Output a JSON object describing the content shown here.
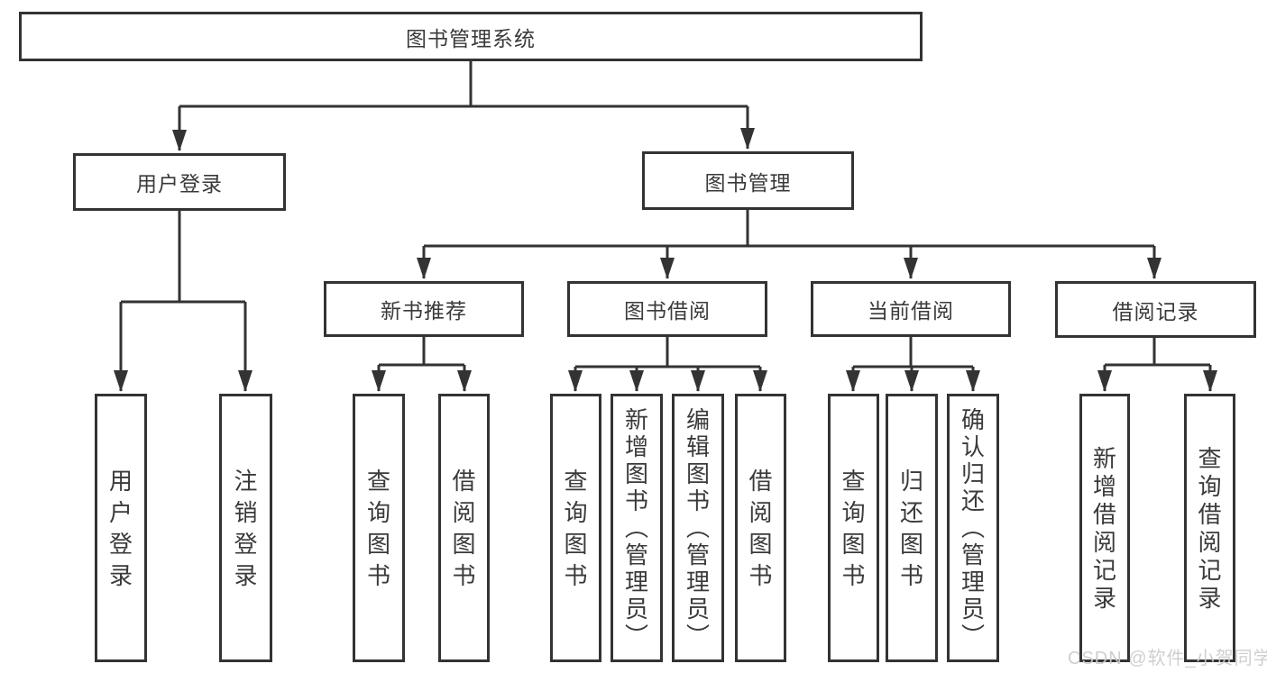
{
  "colors": {
    "line": "#333333",
    "text": "#3a3a3a",
    "background": "#ffffff",
    "watermark": "#cdcdcd"
  },
  "diagram": {
    "root": {
      "label": "图书管理系统"
    },
    "level2": [
      {
        "label": "用户登录"
      },
      {
        "label": "图书管理"
      }
    ],
    "level3": [
      {
        "label": "新书推荐"
      },
      {
        "label": "图书借阅"
      },
      {
        "label": "当前借阅"
      },
      {
        "label": "借阅记录"
      }
    ],
    "leaves": {
      "login": [
        {
          "label": "用户登录"
        },
        {
          "label": "注销登录"
        }
      ],
      "recommend": [
        {
          "label": "查询图书"
        },
        {
          "label": "借阅图书"
        }
      ],
      "borrow": [
        {
          "label": "查询图书"
        },
        {
          "label": "新增图书（管理员）"
        },
        {
          "label": "编辑图书（管理员）"
        },
        {
          "label": "借阅图书"
        }
      ],
      "current": [
        {
          "label": "查询图书"
        },
        {
          "label": "归还图书"
        },
        {
          "label": "确认归还（管理员）"
        }
      ],
      "records": [
        {
          "label": "新增借阅记录"
        },
        {
          "label": "查询借阅记录"
        }
      ]
    }
  },
  "watermark": {
    "text": "CSDN @软件_小贺同学"
  }
}
